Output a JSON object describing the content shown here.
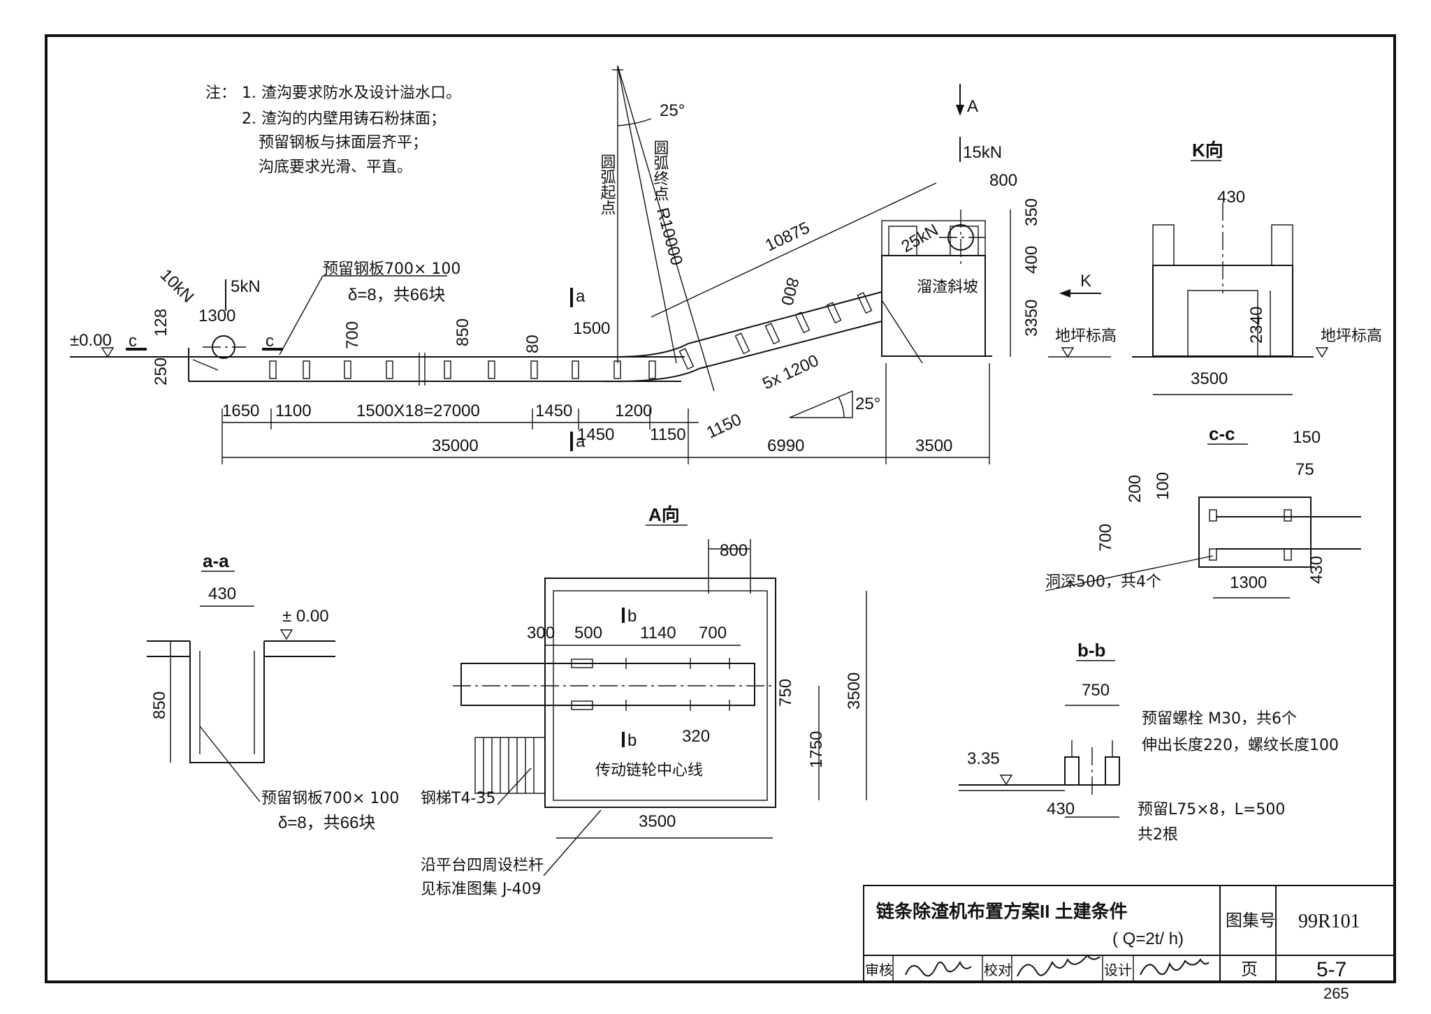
{
  "notes": {
    "prefix": "注：",
    "line1": "1. 渣沟要求防水及设计溢水口。",
    "line2": "2. 渣沟的内壁用铸石粉抹面；",
    "line3": "预留钢板与抹面层齐平；",
    "line4": "沟底要求光滑、平直。"
  },
  "elevation": {
    "zero_mark": "±0.00",
    "section_c": "c",
    "section_a": "a",
    "load_10kn": "10kN",
    "load_5kn": "5kN",
    "plate_label": "预留钢板700× 100",
    "plate_label2": "δ=8，共66块",
    "dim_128": "128",
    "dim_250": "250",
    "dim_1300": "1300",
    "dim_700": "700",
    "dim_850": "850",
    "dim_80": "80",
    "dim_1500": "1500",
    "dim_1650": "1650",
    "dim_1100": "1100",
    "dim_27000": "1500X18=27000",
    "dim_1450": "1450",
    "dim_1450b": "1450",
    "dim_1200": "1200",
    "dim_1150": "1150",
    "dim_1150b": "1150",
    "dim_35000": "35000",
    "dim_6990": "6990",
    "dim_3500": "3500",
    "arc_start": "圆弧起点",
    "arc_end": "圆弧终点",
    "angle_25": "25°",
    "angle_25b": "25°",
    "radius": "R10000",
    "dim_10875": "10875",
    "dim_800s": "800",
    "dim_5x1200": "5x 1200",
    "slope_label": "溜渣斜坡",
    "ground_label": "地坪标高",
    "load_25kn": "25kN",
    "arrow_a": "A",
    "load_15kn": "15kN",
    "dim_800": "800",
    "dim_350": "350",
    "dim_400": "400",
    "dim_3350": "3350",
    "arrow_k": "K"
  },
  "k_view": {
    "title": "K向",
    "dim_430": "430",
    "dim_2340": "2340",
    "dim_3500": "3500",
    "ground_label": "地坪标高"
  },
  "cc_view": {
    "title": "c-c",
    "dim_150": "150",
    "dim_75": "75",
    "dim_200": "200",
    "dim_100": "100",
    "dim_700": "700",
    "dim_430": "430",
    "dim_1300": "1300",
    "hole_label": "洞深500，共4个"
  },
  "aa_view": {
    "title": "a-a",
    "dim_430": "430",
    "zero_mark": "± 0.00",
    "dim_850": "850",
    "plate_label": "预留钢板700× 100",
    "plate_label2": "δ=8，共66块"
  },
  "a_view": {
    "title": "A向",
    "dim_800": "800",
    "dim_300": "300",
    "dim_500": "500",
    "section_b": "b",
    "section_b2": "b",
    "dim_1140": "1140",
    "dim_700": "700",
    "dim_750": "750",
    "dim_3500v": "3500",
    "dim_320": "320",
    "dim_1750": "1750",
    "center_label": "传动链轮中心线",
    "stair_label": "钢梯T4-35",
    "dim_3500h": "3500",
    "rail_label1": "沿平台四周设栏杆",
    "rail_label2": "见标准图集 J-409"
  },
  "bb_view": {
    "title": "b-b",
    "dim_750": "750",
    "bolt_label1": "预留螺栓 M30，共6个",
    "bolt_label2": "伸出长度220，螺纹长度100",
    "elev_335": "3.35",
    "dim_430": "430",
    "angle_label1": "预留L75×8，L=500",
    "angle_label2": "共2根"
  },
  "title_block": {
    "title": "链条除渣机布置方案II 土建条件",
    "subtitle": "( Q=2t/ h)",
    "atlas_label": "图集号",
    "atlas_no": "99R101",
    "review": "审核",
    "check": "校对",
    "design": "设计",
    "page_label": "页",
    "page_no": "5-7"
  },
  "page_number": "265"
}
